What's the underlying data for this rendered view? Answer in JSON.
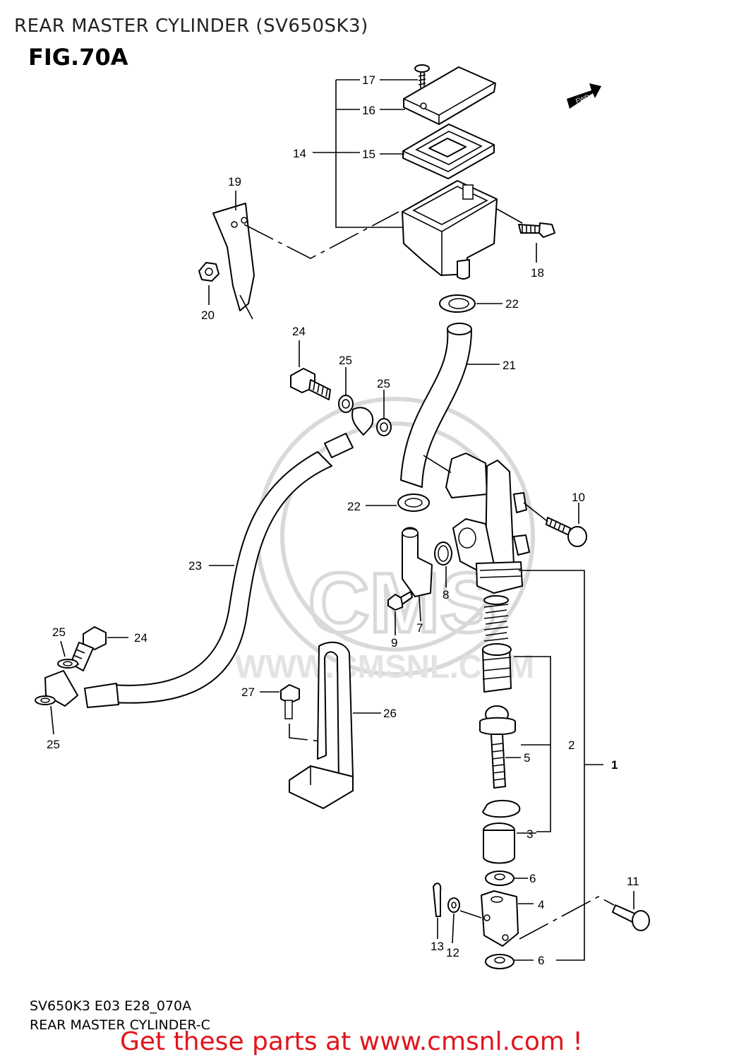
{
  "header": {
    "page_title": "REAR MASTER CYLINDER (SV650SK3)",
    "figure_label": "FIG.70A",
    "fwd_label": "FWD"
  },
  "footer": {
    "model_code": "SV650K3 E03 E28_070A",
    "diagram_name": "REAR MASTER CYLINDER-C",
    "promo_text": "Get these parts at www.cmsnl.com !"
  },
  "watermark": {
    "brand": "CMS",
    "url": "WWW.CMSNL.COM"
  },
  "colors": {
    "promo": "#e0151b",
    "watermark": "#d9d9d9",
    "line": "#000000"
  },
  "callouts": {
    "p1": "1",
    "p2": "2",
    "p3": "3",
    "p4": "4",
    "p5": "5",
    "p6a": "6",
    "p6b": "6",
    "p7": "7",
    "p8": "8",
    "p9": "9",
    "p10": "10",
    "p11": "11",
    "p12": "12",
    "p13": "13",
    "p14": "14",
    "p15": "15",
    "p16": "16",
    "p17": "17",
    "p18": "18",
    "p19": "19",
    "p20": "20",
    "p21": "21",
    "p22a": "22",
    "p22b": "22",
    "p23": "23",
    "p24a": "24",
    "p24b": "24",
    "p25a": "25",
    "p25b": "25",
    "p25c": "25",
    "p25d": "25",
    "p26": "26",
    "p27": "27"
  }
}
